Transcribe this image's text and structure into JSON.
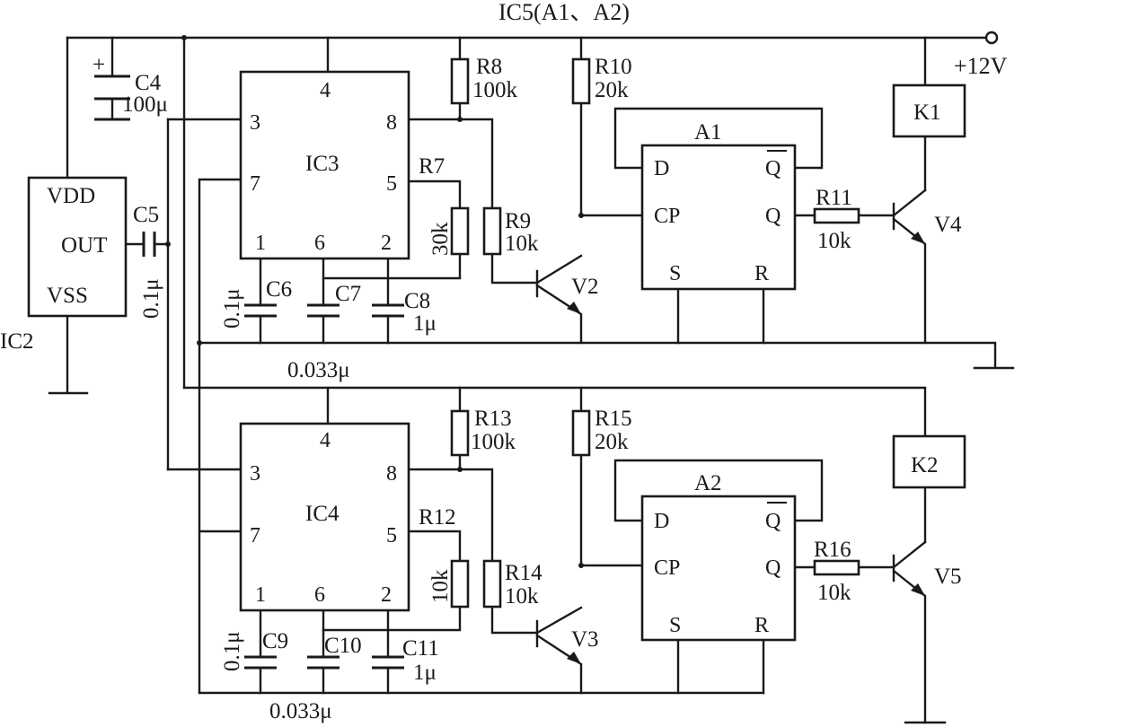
{
  "title": "IC5(A1、A2)",
  "supply_label": "+12V",
  "ic2": {
    "name": "IC2",
    "vdd": "VDD",
    "out": "OUT",
    "vss": "VSS"
  },
  "c4": {
    "name": "C4",
    "value": "100μ",
    "plus": "+"
  },
  "c5": {
    "name": "C5",
    "value": "0.1μ"
  },
  "ic3": {
    "name": "IC3",
    "pin1": "1",
    "pin2": "2",
    "pin3": "3",
    "pin4": "4",
    "pin5": "5",
    "pin6": "6",
    "pin7": "7",
    "pin8": "8"
  },
  "ic4": {
    "name": "IC4",
    "pin1": "1",
    "pin2": "2",
    "pin3": "3",
    "pin4": "4",
    "pin5": "5",
    "pin6": "6",
    "pin7": "7",
    "pin8": "8"
  },
  "r7": {
    "name": "R7",
    "value": "30k"
  },
  "r8": {
    "name": "R8",
    "value": "100k"
  },
  "r9": {
    "name": "R9",
    "value": "10k"
  },
  "r10": {
    "name": "R10",
    "value": "20k"
  },
  "r11": {
    "name": "R11",
    "value": "10k"
  },
  "r12": {
    "name": "R12",
    "value": "10k"
  },
  "r13": {
    "name": "R13",
    "value": "100k"
  },
  "r14": {
    "name": "R14",
    "value": "10k"
  },
  "r15": {
    "name": "R15",
    "value": "20k"
  },
  "r16": {
    "name": "R16",
    "value": "10k"
  },
  "c6": {
    "name": "C6",
    "value": "0.1μ"
  },
  "c7": {
    "name": "C7"
  },
  "c8": {
    "name": "C8",
    "value": "1μ"
  },
  "c9": {
    "name": "C9",
    "value": "0.1μ"
  },
  "c10": {
    "name": "C10"
  },
  "c11": {
    "name": "C11",
    "value": "1μ"
  },
  "c7_value": "0.033μ",
  "c10_value": "0.033μ",
  "v2": "V2",
  "v3": "V3",
  "v4": "V4",
  "v5": "V5",
  "k1": "K1",
  "k2": "K2",
  "a1": {
    "name": "A1",
    "d": "D",
    "q": "Q",
    "qbar": "Q",
    "cp": "CP",
    "s": "S",
    "r": "R"
  },
  "a2": {
    "name": "A2",
    "d": "D",
    "q": "Q",
    "qbar": "Q",
    "cp": "CP",
    "s": "S",
    "r": "R"
  }
}
